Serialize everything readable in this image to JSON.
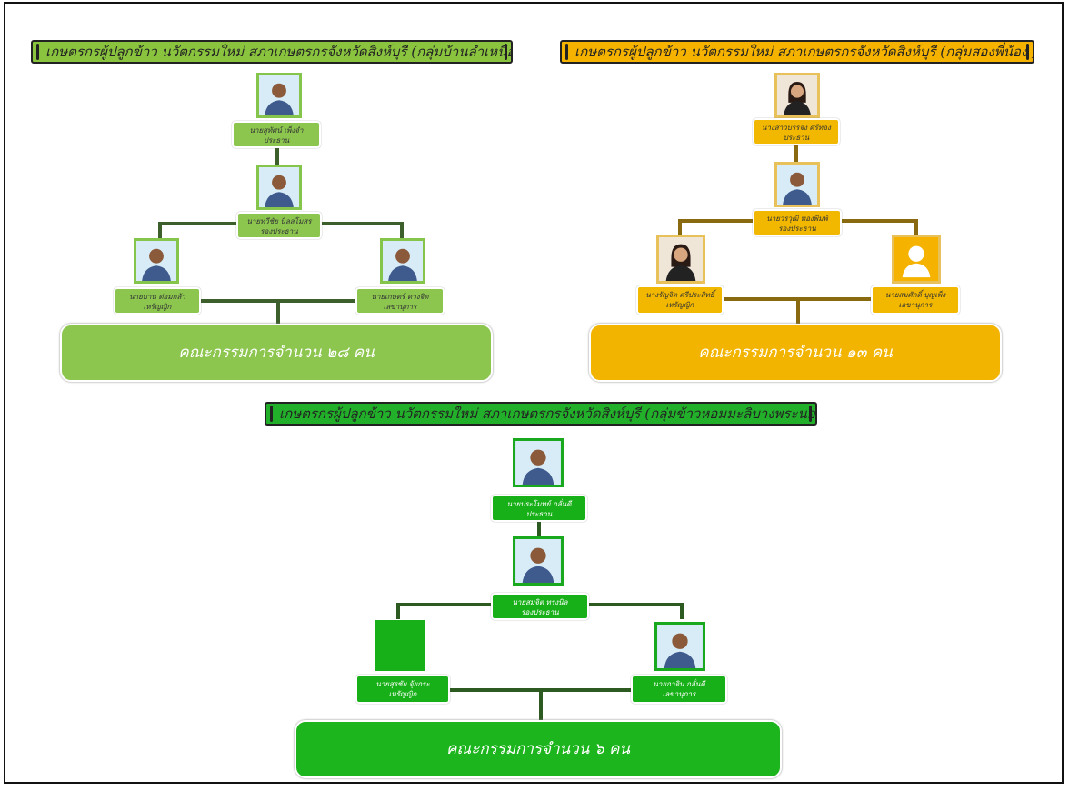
{
  "groups": [
    {
      "banner": "เกษตรกรผู้ปลูกข้าว นวัตกรรมใหม่ สภาเกษตรกรจังหวัดสิงห์บุรี (กลุ่มบ้านลำเหนือ )",
      "president": {
        "name": "นายสุทัศน์ เพ็งจำ",
        "role": "ประธาน",
        "photo": "man-portrait-icon"
      },
      "vice": {
        "name": "นายทวีชัย นิลสโมสร",
        "role": "รองประธาน",
        "photo": "man-portrait-icon"
      },
      "treasurer": {
        "name": "นายบาน ต่อมกล้า",
        "role": "เหรัญญิก",
        "photo": "man-portrait-icon"
      },
      "secretary": {
        "name": "นายเกษตร์ ดวงจิต",
        "role": "เลขานุการ",
        "photo": "man-portrait-icon"
      },
      "committee": "คณะกรรมการจำนวน ๒๘ คน",
      "color": "#8cc64f"
    },
    {
      "banner": "เกษตรกรผู้ปลูกข้าว นวัตกรรมใหม่ สภาเกษตรกรจังหวัดสิงห์บุรี (กลุ่มสองพี่น้อง )",
      "president": {
        "name": "นางสาวบรรจง ศรีทอง",
        "role": "ประธาน",
        "photo": "woman-portrait-icon"
      },
      "vice": {
        "name": "นายวรวุฒิ ทองพิมพ์",
        "role": "รองประธาน",
        "photo": "man-portrait-icon"
      },
      "treasurer": {
        "name": "นางรัญจิต ศรีประสิทธิ์",
        "role": "เหรัญญิก",
        "photo": "woman-portrait-icon"
      },
      "secretary": {
        "name": "นายสมศักดิ์ บุญเพ็ง",
        "role": "เลขานุการ",
        "photo": "placeholder-silhouette-icon"
      },
      "committee": "คณะกรรมการจำนวน ๑๓ คน",
      "color": "#f3b400"
    },
    {
      "banner": "เกษตรกรผู้ปลูกข้าว นวัตกรรมใหม่ สภาเกษตรกรจังหวัดสิงห์บุรี (กลุ่มข้าวหอมมะลิบางพระนอน )",
      "president": {
        "name": "นายประโมทย์ กลั่นดี",
        "role": "ประธาน",
        "photo": "man-portrait-icon"
      },
      "vice": {
        "name": "นายสมจิต ทรงนิล",
        "role": "รองประธาน",
        "photo": "man-portrait-icon"
      },
      "treasurer": {
        "name": "นายสุรชัย จุ้ยกระ",
        "role": "เหรัญญิก",
        "photo": "blank-green-photo-icon"
      },
      "secretary": {
        "name": "นายกาจิน กลั่นดี",
        "role": "เลขานุการ",
        "photo": "man-portrait-icon"
      },
      "committee": "คณะกรรมการจำนวน ๖ คน",
      "color": "#1db51d"
    }
  ]
}
